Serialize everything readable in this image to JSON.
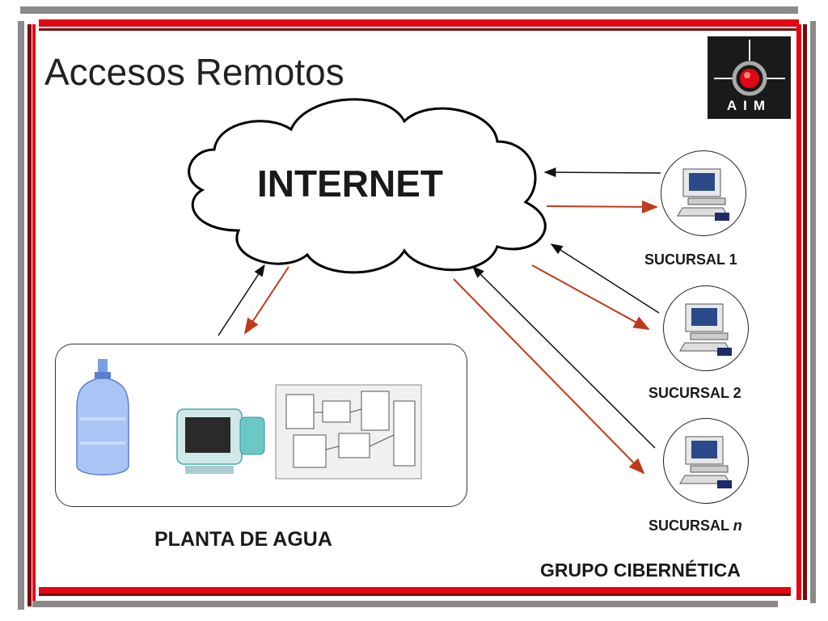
{
  "slide": {
    "title": "Accesos Remotos",
    "footer": "GRUPO CIBERNÉTICA"
  },
  "logo": {
    "text": "AIM"
  },
  "diagram": {
    "cloud_label": "INTERNET",
    "plant_label": "PLANTA DE AGUA",
    "branches": [
      {
        "label": "SUCURSAL 1"
      },
      {
        "label": "SUCURSAL 2"
      },
      {
        "label_prefix": "SUCURSAL ",
        "label_suffix": "n"
      }
    ]
  },
  "colors": {
    "accent_red": "#e30613",
    "dark_red": "#7a0a0a",
    "gray": "#8a8a8a",
    "arrow_red": "#c0391b",
    "arrow_black": "#111111"
  }
}
